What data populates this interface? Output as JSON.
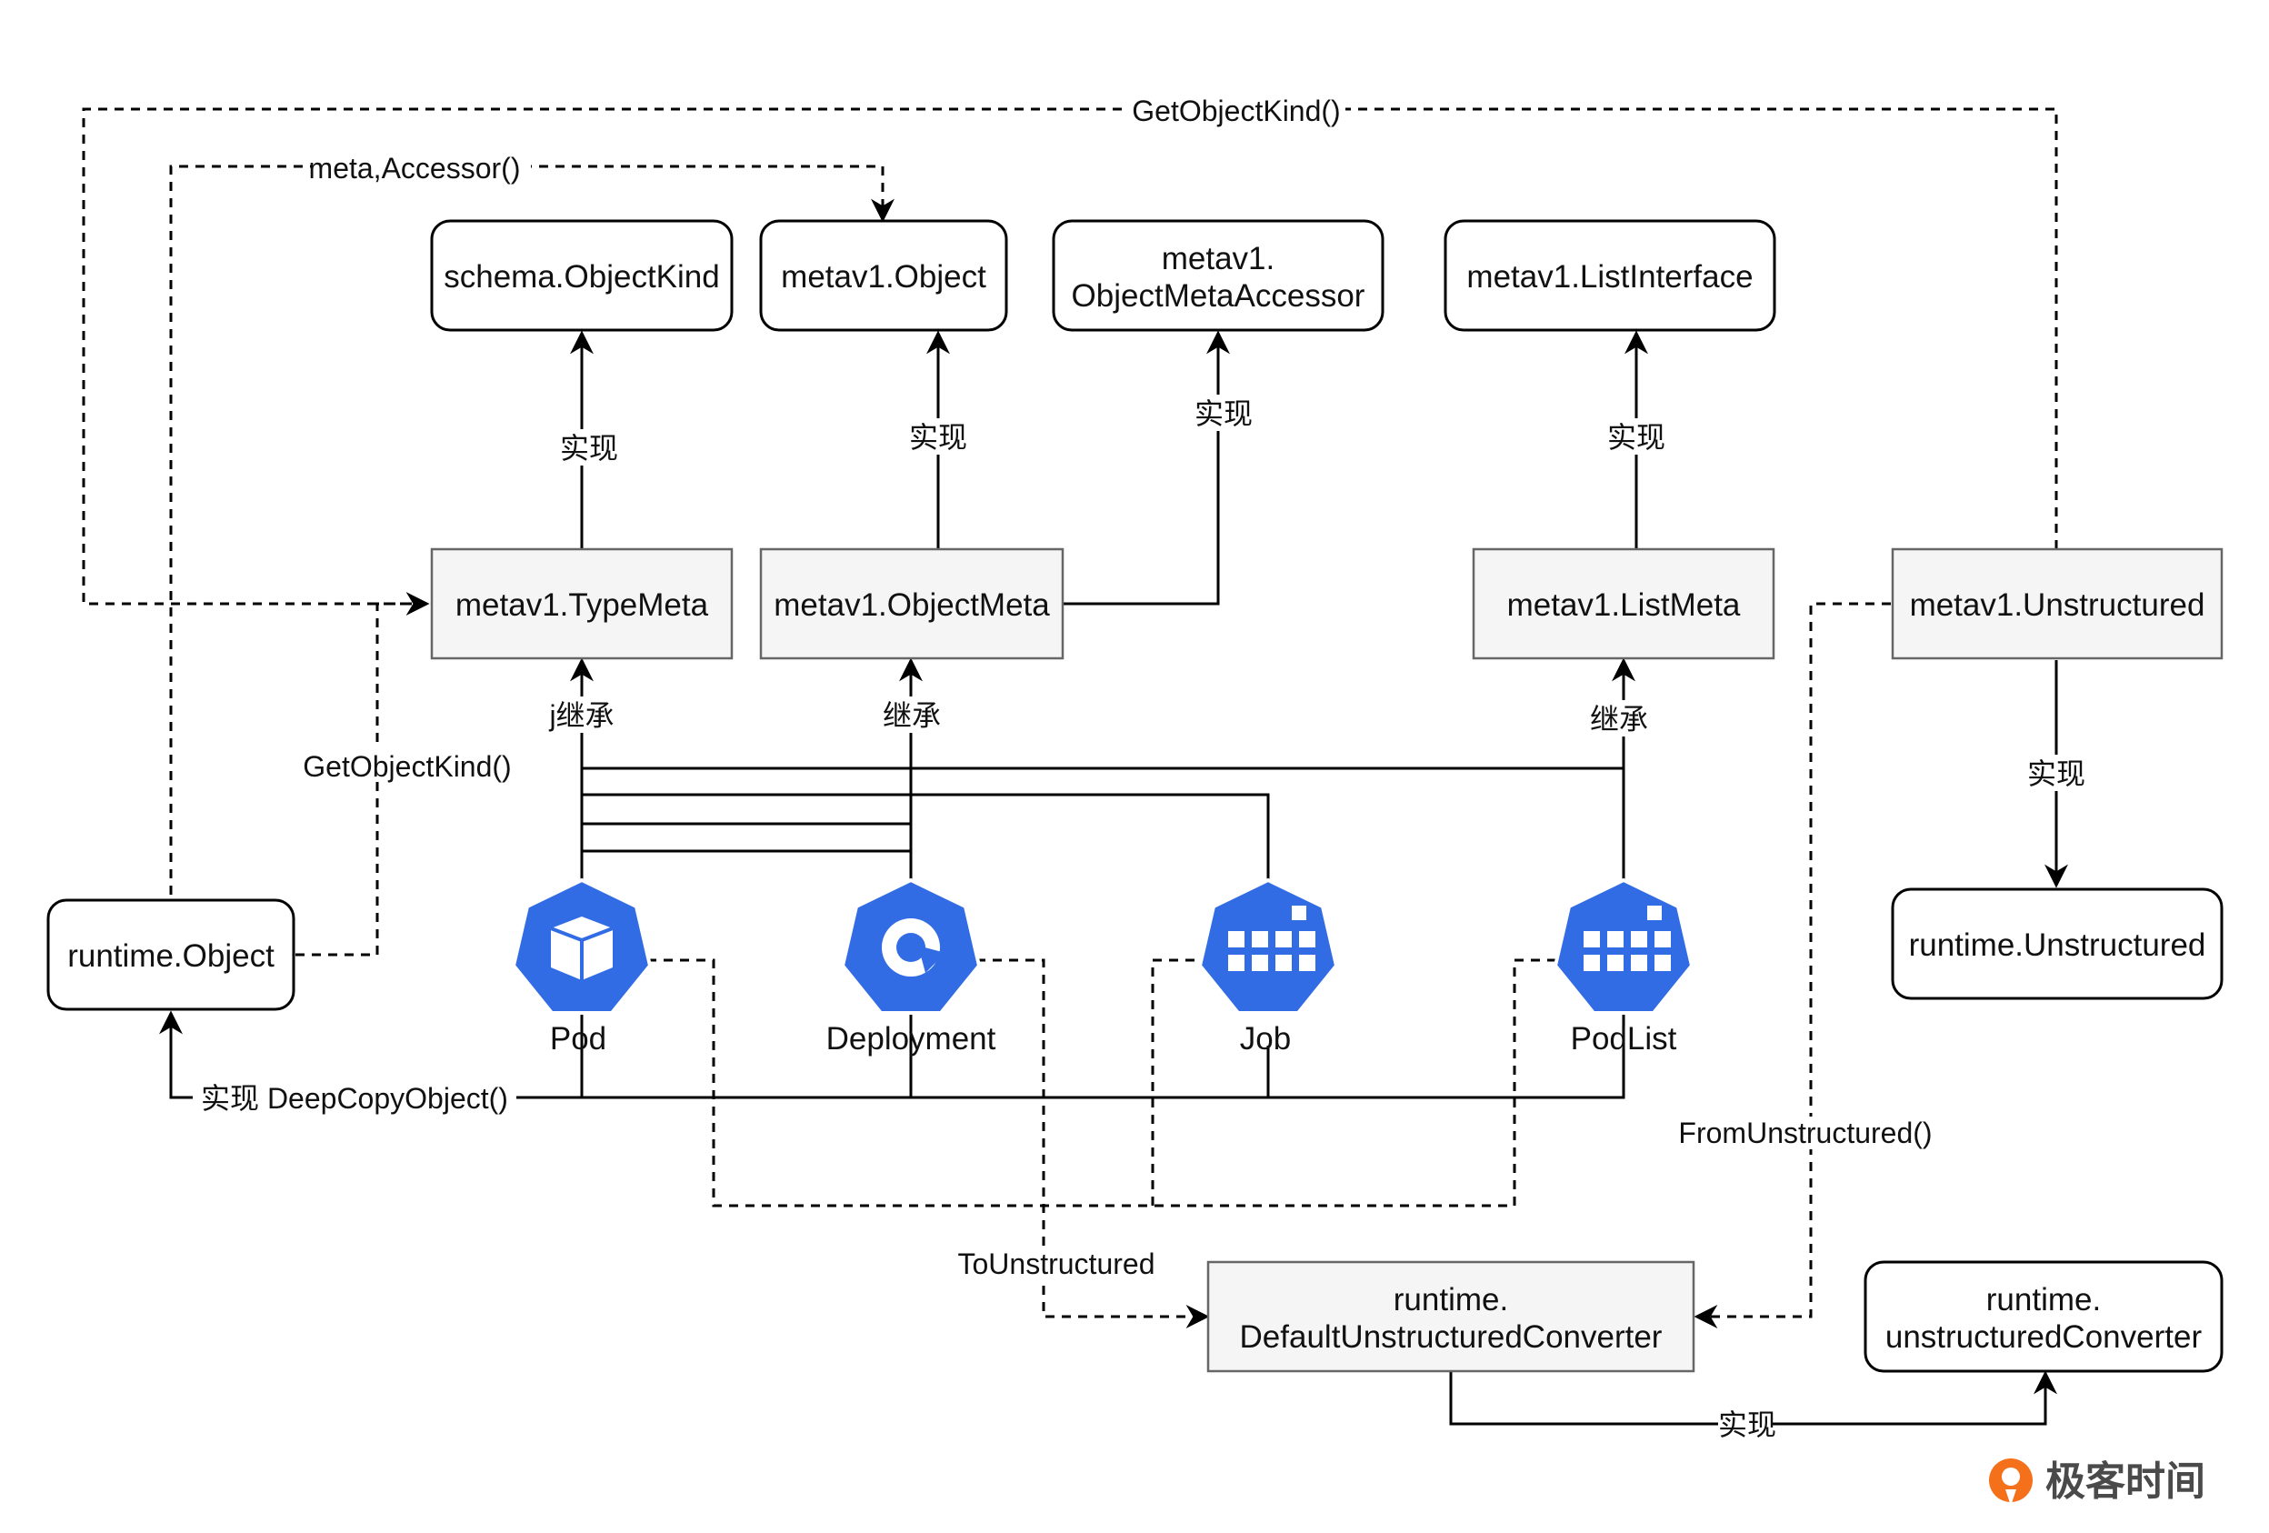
{
  "nodes": {
    "schema_objectkind": "schema.ObjectKind",
    "metav1_object": "metav1.Object",
    "objectmetaaccessor_line1": "metav1.",
    "objectmetaaccessor_line2": "ObjectMetaAccessor",
    "metav1_listinterface": "metav1.ListInterface",
    "metav1_typemeta": "metav1.TypeMeta",
    "metav1_objectmeta": "metav1.ObjectMeta",
    "metav1_listmeta": "metav1.ListMeta",
    "metav1_unstructured": "metav1.Unstructured",
    "runtime_object": "runtime.Object",
    "runtime_unstructured": "runtime.Unstructured",
    "default_converter_line1": "runtime.",
    "default_converter_line2": "DefaultUnstructuredConverter",
    "unstructured_converter_line1": "runtime.",
    "unstructured_converter_line2": "unstructuredConverter"
  },
  "resources": {
    "pod": "Pod",
    "deployment": "Deployment",
    "job": "Job",
    "podlist": "PodList"
  },
  "edge_labels": {
    "get_object_kind_top": "GetObjectKind()",
    "meta_accessor": "meta,Accessor()",
    "impl_typemeta": "实现",
    "impl_objectmeta": "实现",
    "impl_accessor": "实现",
    "impl_listmeta": "实现",
    "inherit_typemeta": "j继承",
    "inherit_objectmeta": "继承",
    "inherit_listmeta": "继承",
    "get_object_kind_left": "GetObjectKind()",
    "impl_unstructured": "实现",
    "deepcopy": "实现 DeepCopyObject()",
    "from_unstructured": "FromUnstructured()",
    "to_unstructured": "ToUnstructured",
    "impl_converter": "实现"
  },
  "brand": {
    "name": "极客时间"
  },
  "colors": {
    "k8s_blue": "#326ce5",
    "brand_orange": "#f5701a"
  }
}
